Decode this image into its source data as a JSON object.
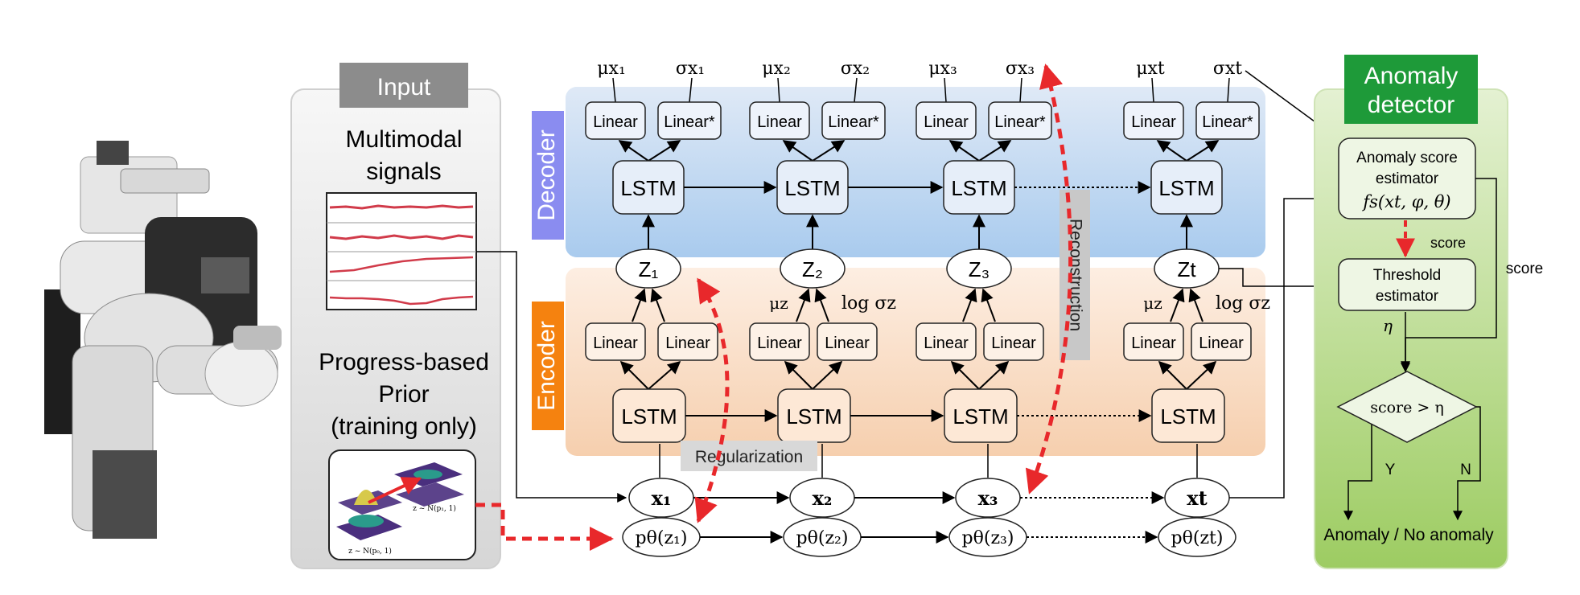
{
  "input": {
    "title": "Input",
    "signals_line1": "Multimodal",
    "signals_line2": "signals",
    "prior_line1": "Progress-based",
    "prior_line2": "Prior",
    "prior_line3": "(training only)",
    "prior_eq1": "z ~ N(p₁, 1)",
    "prior_eq2": "z ~ N(p₀, 1)"
  },
  "side_labels": {
    "decoder": "Decoder",
    "encoder": "Encoder"
  },
  "decoder": {
    "outputs": [
      {
        "mu": "μx₁",
        "sigma": "σx₁"
      },
      {
        "mu": "μx₂",
        "sigma": "σx₂"
      },
      {
        "mu": "μx₃",
        "sigma": "σx₃"
      },
      {
        "mu": "μxt",
        "sigma": "σxt"
      }
    ],
    "linear": "Linear",
    "linear_star": "Linear*",
    "lstm": "LSTM"
  },
  "latents": [
    "Z₁",
    "Z₂",
    "Z₃",
    "Zt"
  ],
  "latent_param_labels": {
    "mu": "μz",
    "logsigma": "log σz"
  },
  "encoder": {
    "linear": "Linear",
    "lstm": "LSTM"
  },
  "inputs": [
    "x₁",
    "x₂",
    "x₃",
    "xt"
  ],
  "priors": [
    "pθ(z₁)",
    "pθ(z₂)",
    "pθ(z₃)",
    "pθ(zt)"
  ],
  "annotations": {
    "regularization": "Regularization",
    "reconstruction": "Reconstruction"
  },
  "detector": {
    "title_line1": "Anomaly",
    "title_line2": "detector",
    "score_estimator_line1": "Anomaly score",
    "score_estimator_line2": "estimator",
    "score_estimator_formula": "fs(xt, φ, θ)",
    "score_label": "score",
    "score_label_outer": "score",
    "threshold_line1": "Threshold",
    "threshold_line2": "estimator",
    "eta": "η",
    "decision": "score > η",
    "yes": "Y",
    "no": "N",
    "result": "Anomaly / No anomaly"
  },
  "colors": {
    "decoder_bg_top": "#c9dcf2",
    "decoder_bg_bottom": "#a7c9ee",
    "encoder_bg_top": "#fbeadb",
    "encoder_bg_bottom": "#f7d3b6",
    "decoder_label_bg": "#8a8cf0",
    "encoder_label_bg": "#f5820f",
    "detector_title_bg": "#1e9a39",
    "detector_panel": "#b6da86",
    "input_title_bg": "#8c8c8c",
    "dashed_arrow": "#e8282b"
  }
}
